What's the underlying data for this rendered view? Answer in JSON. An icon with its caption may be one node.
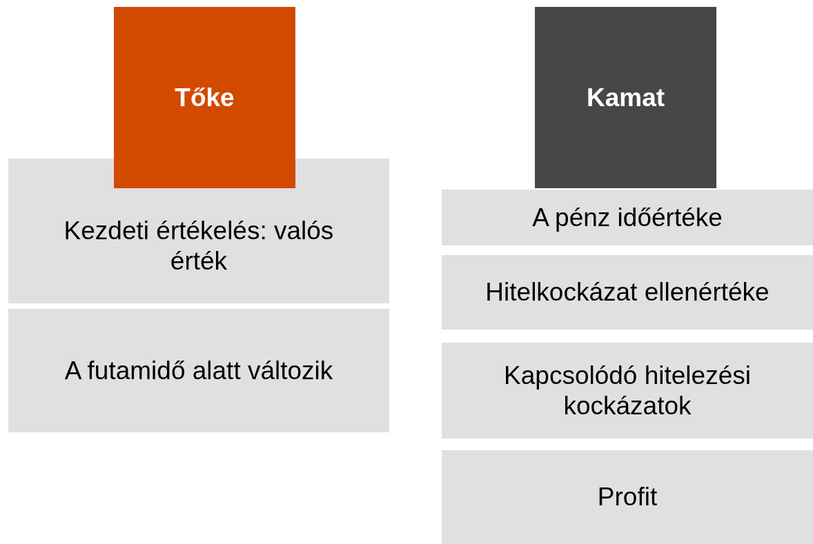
{
  "diagram": {
    "nodes": [
      {
        "text": [
          "Tőke"
        ]
      },
      {
        "text": [
          "Kezdeti értékelés: valós érték"
        ]
      },
      {
        "text": [
          "A futamidő alatt változik"
        ]
      },
      {
        "text": [
          "Kamat"
        ]
      },
      {
        "text": [
          "A pénz időértéke"
        ]
      },
      {
        "text": [
          "Hitelkockázat ellenértéke"
        ]
      },
      {
        "text": [
          "Kapcsolódó hitelezési kockázatok"
        ]
      },
      {
        "text": [
          "Profit"
        ]
      }
    ],
    "edges": []
  }
}
